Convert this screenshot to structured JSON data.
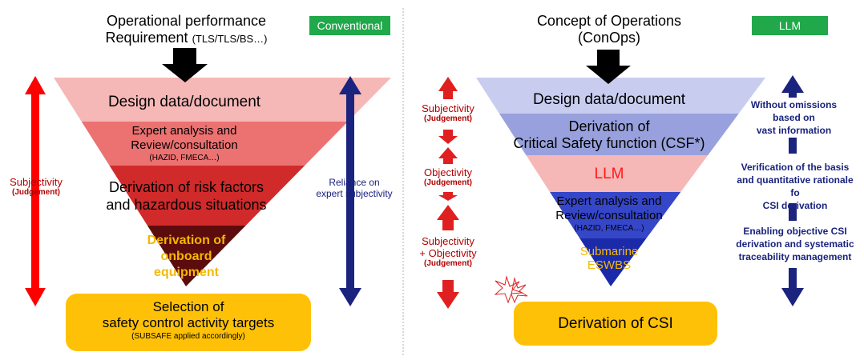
{
  "left": {
    "tag": "Conventional",
    "header": {
      "line1": "Operational performance",
      "line2": "Requirement",
      "line2_small": "(TLS/TLS/BS…)"
    },
    "levels": {
      "design": "Design data/document",
      "expert_line1": "Expert analysis and",
      "expert_line2": "Review/consultation",
      "expert_small": "(HAZID, FMECA…)",
      "risk_line1": "Derivation of risk factors",
      "risk_line2": "and hazardous situations",
      "onboard_line1": "Derivation of",
      "onboard_line2": "onboard",
      "onboard_line3": "equipment"
    },
    "bottom_box": {
      "line1": "Selection of",
      "line2": "safety control activity targets",
      "small": "(SUBSAFE applied accordingly)"
    },
    "left_label": {
      "line1": "Subjectivity",
      "line2": "(Judgement)"
    },
    "right_label": {
      "line1": "Reliance on",
      "line2": "expert subjectivity"
    }
  },
  "right": {
    "tag": "LLM",
    "header": {
      "line1": "Concept of Operations",
      "line2": "(ConOps)"
    },
    "levels": {
      "design": "Design data/document",
      "csf_line1": "Derivation of",
      "csf_line2": "Critical Safety function (CSF*)",
      "llm": "LLM",
      "expert_line1": "Expert analysis and",
      "expert_line2": "Review/consultation",
      "expert_small": "(HAZID, FMECA…)",
      "esw_line1": "Submarine",
      "esw_line2": "ESWBS"
    },
    "bottom_box": {
      "line1": "Derivation of CSI"
    },
    "left_labels": {
      "subj_line1": "Subjectivity",
      "subj_line2": "(Judgement)",
      "obj_line1": "Objectivity",
      "obj_line2": "(Judgement)",
      "mix_line1": "Subjectivity",
      "mix_line2": "+ Objectivity",
      "mix_line3": "(Judgement)"
    },
    "right_labels": {
      "t1_line1": "Without omissions",
      "t1_line2": "based on",
      "t1_line3": "vast information",
      "t2_line1": "Verification of the basis",
      "t2_line2": "and quantitative rationale fo",
      "t2_line3": "CSI derivation",
      "t3_line1": "Enabling objective CSI",
      "t3_line2": "derivation and systematic",
      "t3_line3": "traceability management"
    }
  },
  "colors": {
    "green_tag": "#20a84a",
    "red_arrow": "#ff0000",
    "navy_arrow": "#1a237e",
    "yellow_box": "#ffc107",
    "orange_text": "#f5b800"
  }
}
